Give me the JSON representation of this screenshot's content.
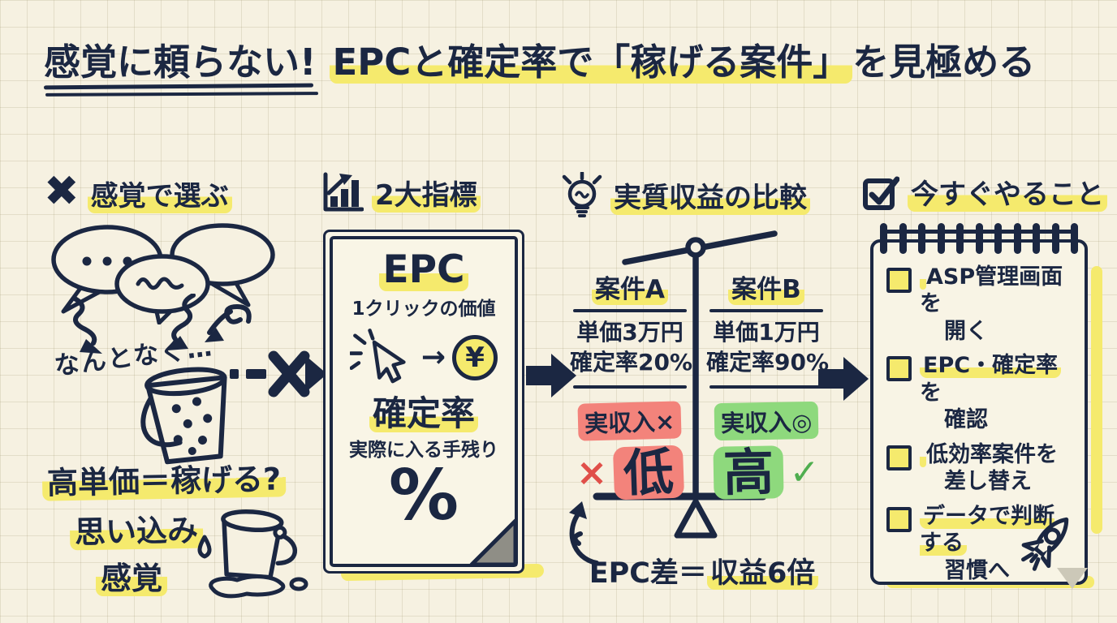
{
  "title": {
    "part1": "感覚に頼らない!",
    "part2_highlight": "EPCと確定率で「稼げる案件」",
    "part2_rest": "を見極める"
  },
  "colors": {
    "ink_navy": "#1b2742",
    "highlight_yellow": "#f5ea6d",
    "bad_red": "#f3837b",
    "bad_red_mark": "#e04f49",
    "good_green": "#8ed97d",
    "good_green_mark": "#4fae4f",
    "paper": "#f8f4e5",
    "background": "#f6f1e1"
  },
  "icons": {
    "section1_header": "x-mark-icon",
    "section1_art": [
      "speech-bubbles-icon",
      "scribble-arrows-icon",
      "leaky-bucket-icon",
      "dripping-bucket-icon"
    ],
    "section2_header": "bar-chart-icon",
    "section2_art": [
      "cursor-click-icon",
      "yen-coin-icon",
      "folded-corner-icon"
    ],
    "section3_header": "lightbulb-icon",
    "section3_art": [
      "balance-scale-icon",
      "curved-arrow-icon"
    ],
    "section4_header": "checkbox-check-icon",
    "section4_art": [
      "spiral-binding-icon",
      "rocket-icon"
    ],
    "connectors": [
      "dashed-x-arrow-icon",
      "right-block-arrow-icon"
    ]
  },
  "intuition": {
    "x_mark": "✖",
    "header": "感覚で選ぶ",
    "vague": "なんとなく…",
    "belief1": "高単価＝稼げる?",
    "belief2": "思い込み",
    "belief3": "感覚"
  },
  "metrics": {
    "header": "2大指標",
    "epc_label": "EPC",
    "epc_desc": "1クリックの価値",
    "arrow": "→",
    "yen": "¥",
    "rate_label": "確定率",
    "rate_desc": "実際に入る手残り",
    "percent": "%"
  },
  "comparison": {
    "header": "実質収益の比較",
    "case_a": {
      "name": "案件A",
      "price": "単価3万円",
      "rate": "確定率20%",
      "income": "実収入×",
      "mark": "×",
      "verdict": "低"
    },
    "case_b": {
      "name": "案件B",
      "price": "単価1万円",
      "rate": "確定率90%",
      "income": "実収入◎",
      "mark": "✓",
      "verdict": "高"
    },
    "conclusion_prefix": "EPC差＝",
    "conclusion_highlight": "収益6倍"
  },
  "actions": {
    "header": "今すぐやること",
    "items": [
      {
        "hl": "",
        "rest": "ASP管理画面を",
        "line2": "開く"
      },
      {
        "hl": "EPC・確定率",
        "rest": "を",
        "line2": "確認"
      },
      {
        "hl": "",
        "rest": "低効率案件を",
        "line2": "差し替え"
      },
      {
        "hl": "データで判断する",
        "rest": "",
        "line2": "習慣へ"
      }
    ]
  }
}
